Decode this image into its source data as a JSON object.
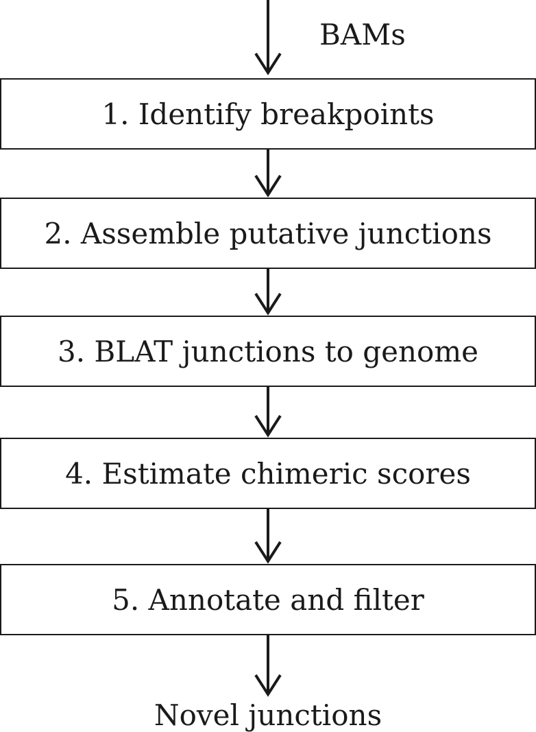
{
  "flowchart": {
    "input_label": "BAMs",
    "output_label": "Novel junctions",
    "steps": [
      {
        "label": "1. Identify breakpoints"
      },
      {
        "label": "2. Assemble putative junctions"
      },
      {
        "label": "3. BLAT junctions to genome"
      },
      {
        "label": "4. Estimate chimeric scores"
      },
      {
        "label": "5. Annotate and filter"
      }
    ],
    "colors": {
      "stroke": "#1a1a1a",
      "background": "#ffffff"
    }
  }
}
